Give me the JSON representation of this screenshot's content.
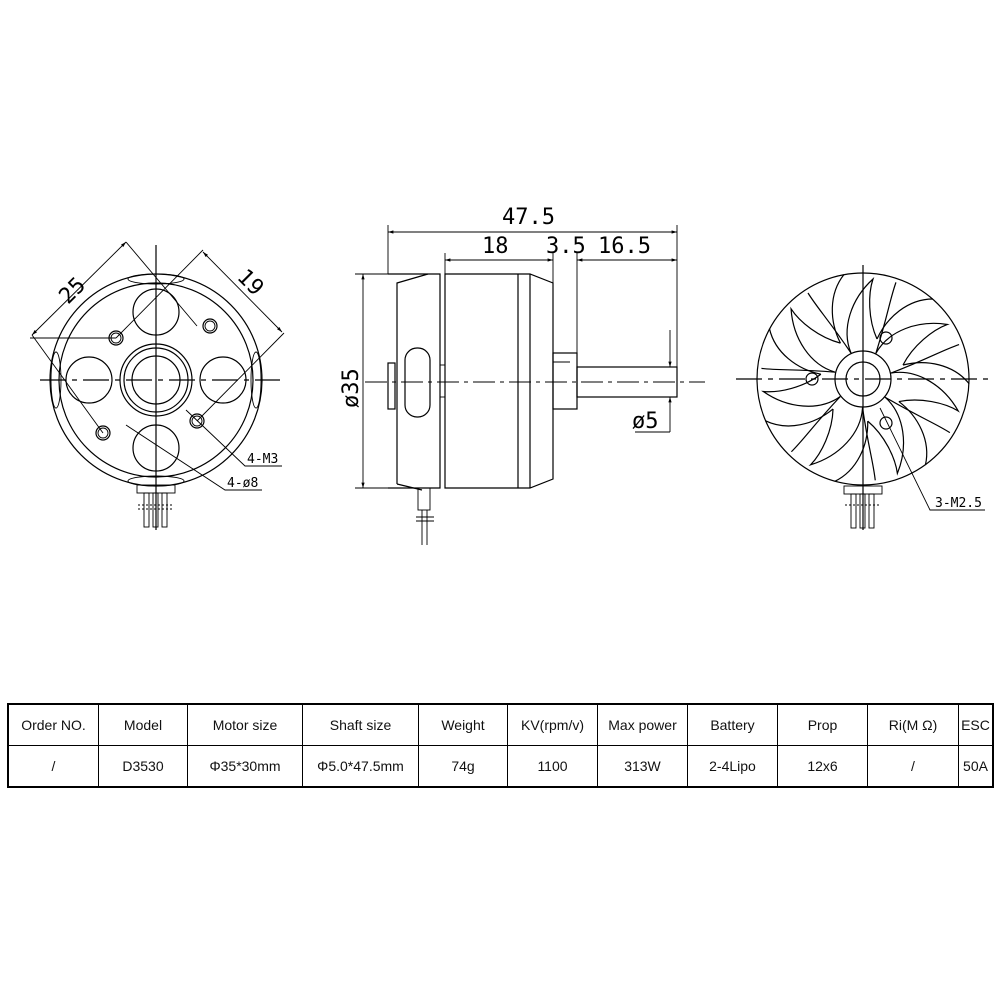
{
  "drawing": {
    "left_view": {
      "dim_a": "25",
      "dim_b": "19",
      "label_holes_small": "4-M3",
      "label_holes_large": "4-ø8"
    },
    "side_view": {
      "overall_length": "47.5",
      "body_length": "18",
      "bearing_length": "3.5",
      "shaft_length": "16.5",
      "body_diameter": "ø35",
      "shaft_diameter": "ø5"
    },
    "right_view": {
      "label_holes": "3-M2.5"
    }
  },
  "table": {
    "headers": [
      "Order NO.",
      "Model",
      "Motor size",
      "Shaft size",
      "Weight",
      "KV(rpm/v)",
      "Max power",
      "Battery",
      "Prop",
      "Ri(M Ω)",
      "ESC"
    ],
    "row": [
      "/",
      "D3530",
      "Φ35*30mm",
      "Φ5.0*47.5mm",
      "74g",
      "1100",
      "313W",
      "2-4Lipo",
      "12x6",
      "/",
      "50A"
    ]
  }
}
